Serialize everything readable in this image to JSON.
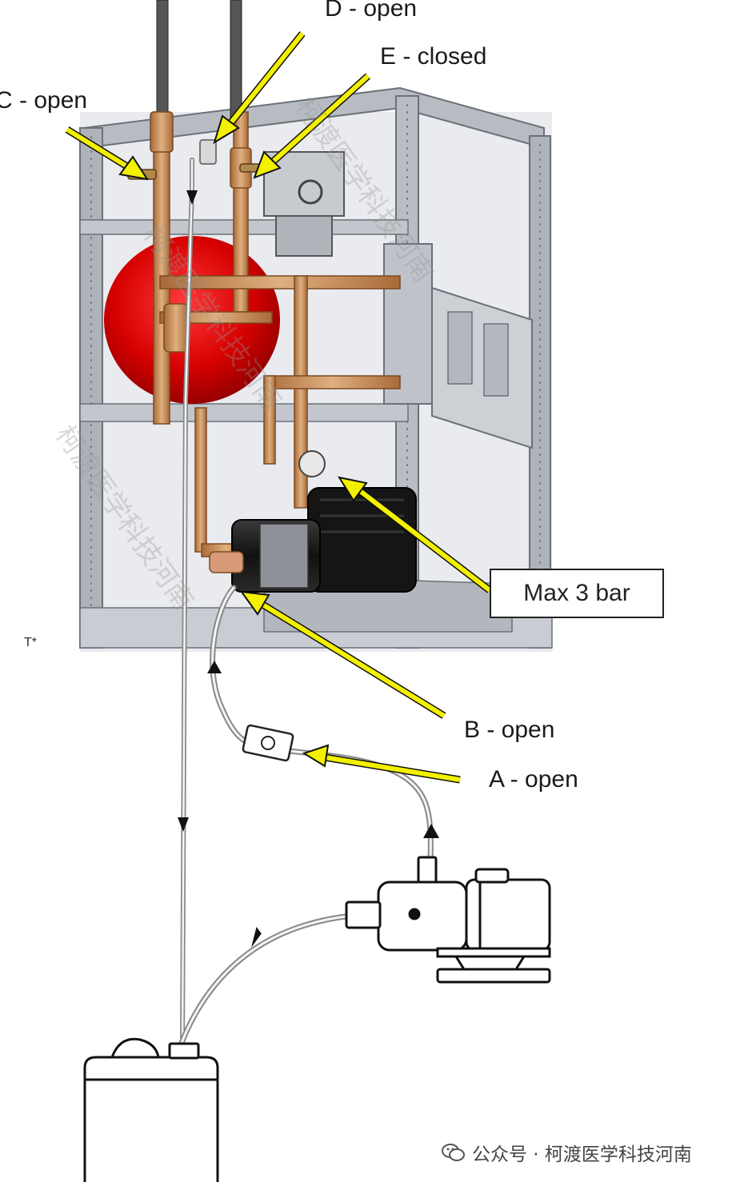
{
  "labels": {
    "d": "D - open",
    "e": "E - closed",
    "c": "C - open",
    "b": "B - open",
    "a": "A - open",
    "max": "Max 3 bar",
    "mark": "T*"
  },
  "footer": {
    "icon": "wechat-icon",
    "text": "公众号 · 柯渡医学科技河南"
  },
  "watermark": "柯渡医学科技河南",
  "colors": {
    "arrow": "#f3f000",
    "tank": "#cc0000",
    "frame": "#9aa0a8",
    "copper": "#c98e5a",
    "pump": "#1c1c1c"
  }
}
